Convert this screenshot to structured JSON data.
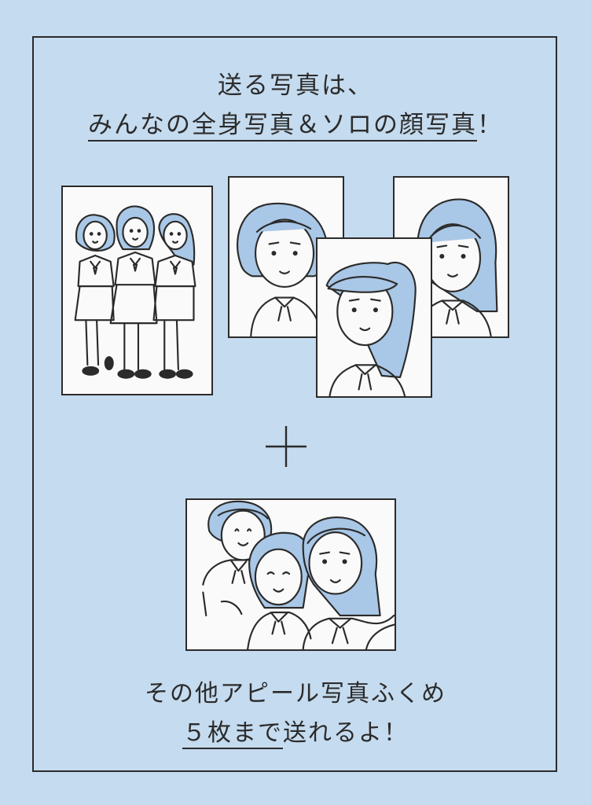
{
  "heading": {
    "line1": "送る写真は、",
    "line2_underlined": "みんなの全身写真＆ソロの顔写真",
    "line2_tail": "！"
  },
  "icons": [
    "group-full-body-photo",
    "solo-face-photo",
    "plus-icon",
    "group-selfie-photo"
  ],
  "colors": {
    "background": "#c5dbef",
    "hair_blue": "#a9c7e6",
    "line": "#2b2b2b",
    "photo_paper": "#fafafa"
  },
  "footer": {
    "line1": "その他アピール写真ふくめ",
    "line2_underlined": "５枚まで",
    "line2_tail": "送れるよ！"
  }
}
